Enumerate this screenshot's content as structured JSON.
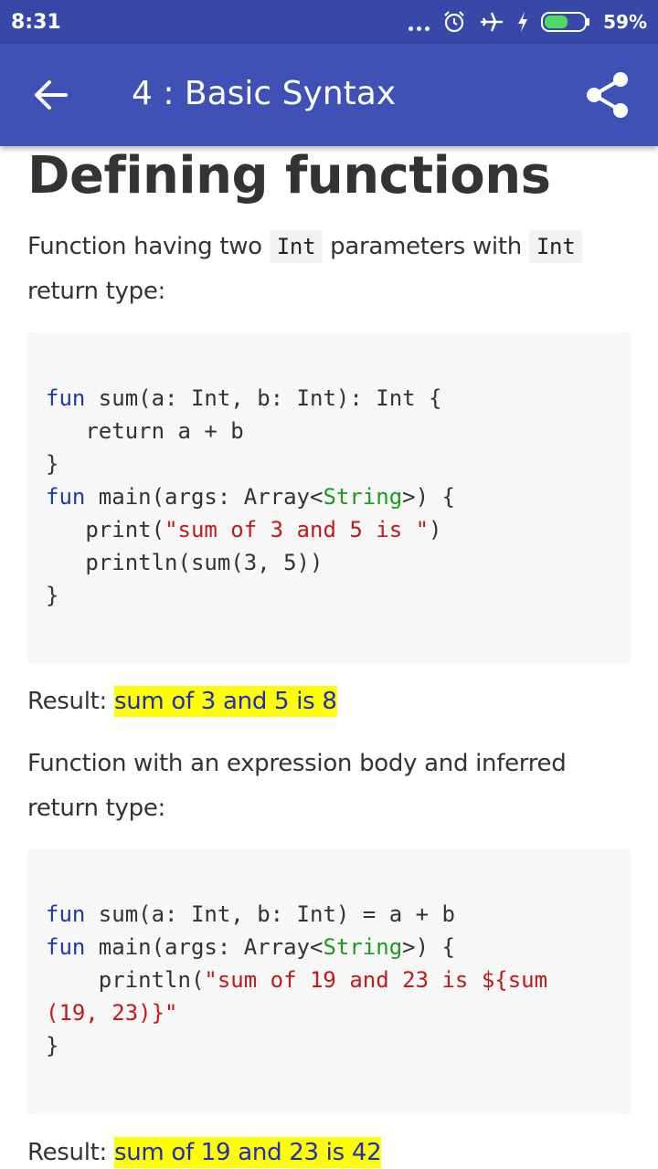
{
  "status_bar": {
    "time": "8:31",
    "battery_percent": "59%",
    "battery_level": 0.59,
    "icons": [
      "more-dots-icon",
      "alarm-icon",
      "airplane-icon",
      "charging-bolt-icon",
      "battery-icon"
    ]
  },
  "app_bar": {
    "title": "4 : Basic Syntax",
    "back_icon": "arrow-back-icon",
    "share_icon": "share-icon",
    "colors": {
      "app_bar": "#3f51b5",
      "status_bar": "#3748a8"
    }
  },
  "article": {
    "heading": "Defining functions",
    "para1": {
      "before": "Function having two ",
      "code1": "Int",
      "middle": " parameters with ",
      "code2": "Int",
      "after": " return type:"
    },
    "code1_lines": [
      [
        {
          "t": "kw",
          "v": "fun"
        },
        {
          "t": "pl",
          "v": " sum(a: Int, b: Int): Int {"
        }
      ],
      [
        {
          "t": "pl",
          "v": "   return a + b"
        }
      ],
      [
        {
          "t": "pl",
          "v": "}"
        }
      ],
      [
        {
          "t": "kw",
          "v": "fun"
        },
        {
          "t": "pl",
          "v": " main(args: Array<"
        },
        {
          "t": "ty",
          "v": "String"
        },
        {
          "t": "pl",
          "v": ">) {"
        }
      ],
      [
        {
          "t": "pl",
          "v": "   print("
        },
        {
          "t": "str",
          "v": "\"sum of 3 and 5 is \""
        },
        {
          "t": "pl",
          "v": ")"
        }
      ],
      [
        {
          "t": "pl",
          "v": "   println(sum(3, 5))"
        }
      ],
      [
        {
          "t": "pl",
          "v": "}"
        }
      ]
    ],
    "result1": {
      "label": "Result: ",
      "value": "sum of 3 and 5 is 8"
    },
    "para2": "Function with an expression body and inferred return type:",
    "code2_lines": [
      [
        {
          "t": "kw",
          "v": "fun"
        },
        {
          "t": "pl",
          "v": " sum(a: Int, b: Int) = a + b"
        }
      ],
      [
        {
          "t": "kw",
          "v": "fun"
        },
        {
          "t": "pl",
          "v": " main(args: Array<"
        },
        {
          "t": "ty",
          "v": "String"
        },
        {
          "t": "pl",
          "v": ">) {"
        }
      ],
      [
        {
          "t": "pl",
          "v": "    println("
        },
        {
          "t": "str",
          "v": "\"sum of 19 and 23 is ${sum"
        }
      ],
      [
        {
          "t": "str",
          "v": "(19, 23)}\""
        }
      ],
      [
        {
          "t": "pl",
          "v": "}"
        }
      ]
    ],
    "result2": {
      "label": "Result: ",
      "value": "sum of 19 and 23 is 42"
    }
  }
}
